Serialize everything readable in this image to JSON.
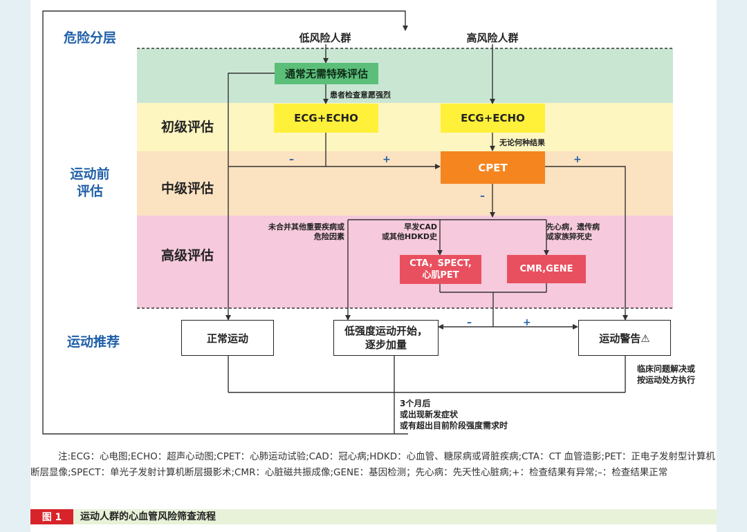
{
  "tiers": {
    "risk": "危险分层",
    "pre_exercise": "运动前\n评估",
    "recommend": "运动推荐"
  },
  "groups": {
    "low_risk": "低风险人群",
    "high_risk": "高风险人群"
  },
  "levels": {
    "primary": "初级评估",
    "intermediate": "中级评估",
    "advanced": "高级评估"
  },
  "boxes": {
    "no_special": "通常无需特殊评估",
    "ecg_echo_left": "ECG+ECHO",
    "ecg_echo_right": "ECG+ECHO",
    "cpet": "CPET",
    "cta_spect": "CTA，SPECT,\n心肌PET",
    "cmr_gene": "CMR,GENE",
    "normal_exercise": "正常运动",
    "low_intensity": "低强度运动开始，\n逐步加量",
    "exercise_warning": "运动警告⚠"
  },
  "annotations": {
    "patient_request": "患者检查意愿强烈",
    "regardless": "无论何种结果",
    "no_other_disease": "未合并其他重要疾病或\n危险因素",
    "early_cad": "早发CAD\n或其他HDKD史",
    "congenital": "先心病，遗传病\n或家族猝死史",
    "clinical_solved": "临床问题解决或\n按运动处方执行",
    "followup": "3个月后\n或出现新发症状\n或有超出目前阶段强度需求时"
  },
  "signs": {
    "minus": "–",
    "plus": "+"
  },
  "note": "注:ECG：心电图;ECHO：超声心动图;CPET：心肺运动试验;CAD：冠心病;HDKD：心血管、糖尿病或肾脏疾病;CTA：CT 血管造影;PET：正电子发射型计算机断层显像;SPECT：单光子发射计算机断层摄影术;CMR：心脏磁共振成像;GENE：基因检测；先心病：先天性心脏病;+：检查结果有异常;–：检查结果正常",
  "caption": {
    "tag": "图 1",
    "title": "运动人群的心血管风险筛查流程"
  },
  "colors": {
    "green_band": "#c9e6d3",
    "yellow_band": "#fdf6c0",
    "orange_band": "#fbe2c0",
    "pink_band": "#f6c9dc",
    "green_box": "#5bbf7a",
    "yellow_box": "#fff03a",
    "orange_box": "#f5851f",
    "red_box": "#e9505f",
    "tier_blue": "#1f5fa8",
    "caption_red": "#d6242a"
  }
}
